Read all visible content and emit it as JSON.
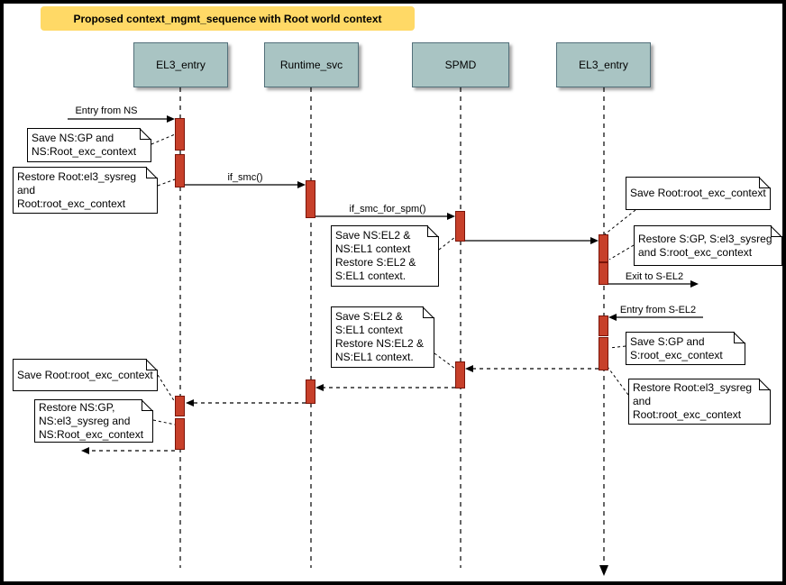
{
  "title": "Proposed context_mgmt_sequence with Root world context",
  "lifelines": [
    {
      "label": "EL3_entry"
    },
    {
      "label": "Runtime_svc"
    },
    {
      "label": "SPMD"
    },
    {
      "label": "EL3_entry"
    }
  ],
  "messages": {
    "entry_from_ns": "Entry from NS",
    "if_smc": "if_smc()",
    "if_smc_for_spm": "if_smc_for_spm()",
    "exit_to_sel2": "Exit to S-EL2",
    "entry_from_sel2": "Entry from S-EL2"
  },
  "notes": [
    {
      "text": "Save NS:GP and\nNS:Root_exc_context"
    },
    {
      "text": "Restore Root:el3_sysreg\nand\nRoot:root_exc_context"
    },
    {
      "text": "Save NS:EL2 &\nNS:EL1 context\nRestore S:EL2 &\nS:EL1 context."
    },
    {
      "text": "Save Root:root_exc_context"
    },
    {
      "text": "Restore S:GP, S:el3_sysreg\nand S:root_exc_context"
    },
    {
      "text": "Save S:EL2 &\nS:EL1 context\nRestore NS:EL2 &\nNS:EL1 context."
    },
    {
      "text": "Save S:GP and\nS:root_exc_context"
    },
    {
      "text": "Restore Root:el3_sysreg\nand\nRoot:root_exc_context"
    },
    {
      "text": "Save Root:root_exc_context"
    },
    {
      "text": "Restore NS:GP,\nNS:el3_sysreg and\nNS:Root_exc_context"
    }
  ],
  "colors": {
    "frame": "#000000",
    "canvas": "#ffffff",
    "title_bg": "#ffd966",
    "actor_fill": "#a9c4c3",
    "actor_border": "#53707a",
    "activation_fill": "#c7402a",
    "activation_border": "#7a1408",
    "note_fill": "#ffffff",
    "line": "#000000"
  }
}
